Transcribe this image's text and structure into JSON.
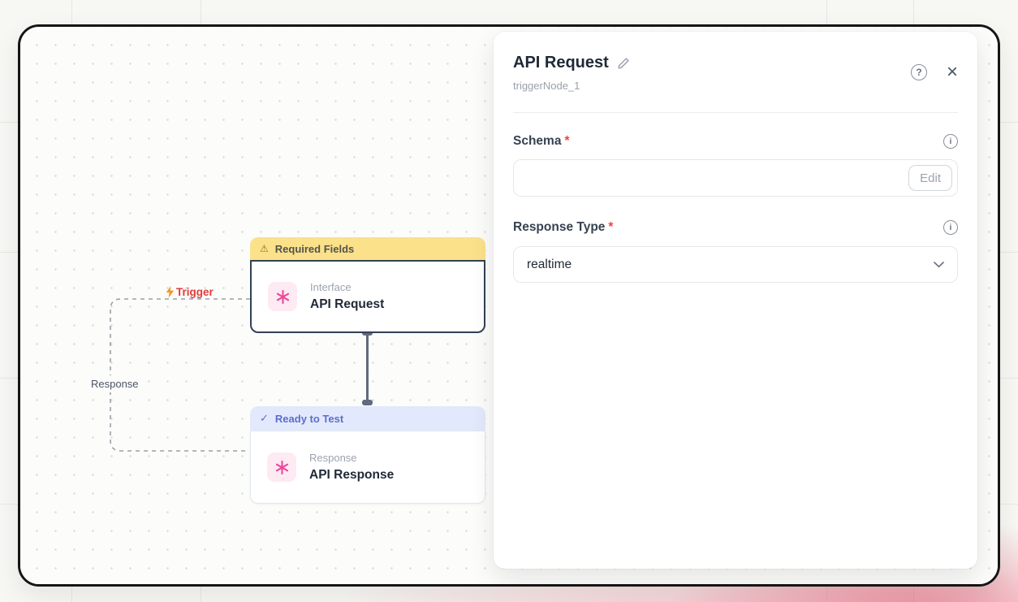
{
  "colors": {
    "accent_pink": "#ec4899",
    "node_icon_bg": "#fdeaf3",
    "warning_banner_bg": "#fbe18a",
    "warning_banner_text": "#55524a",
    "ready_banner_bg": "#e3e9fc",
    "ready_banner_text": "#5b6ecb",
    "trigger_red": "#e23b3b",
    "bolt_orange": "#f7941d",
    "selected_node_border": "#334155",
    "connector_gray": "#5f6b7a",
    "required_asterisk": "#ef4444",
    "background_glow_pink": "#e94e6a"
  },
  "canvas": {
    "trigger_label": "Trigger",
    "response_edge_label": "Response",
    "node1": {
      "banner_icon": "⚠",
      "banner_label": "Required Fields",
      "subtitle": "Interface",
      "title": "API Request"
    },
    "node2": {
      "banner_icon": "✓",
      "banner_label": "Ready to Test",
      "subtitle": "Response",
      "title": "API Response"
    }
  },
  "panel": {
    "title": "API Request",
    "subtitle": "triggerNode_1",
    "help_icon": "?",
    "close_icon": "×",
    "info_icon": "i",
    "schema": {
      "label": "Schema",
      "required_mark": "*",
      "value": "",
      "edit_button": "Edit"
    },
    "response_type": {
      "label": "Response Type",
      "required_mark": "*",
      "value": "realtime"
    }
  }
}
